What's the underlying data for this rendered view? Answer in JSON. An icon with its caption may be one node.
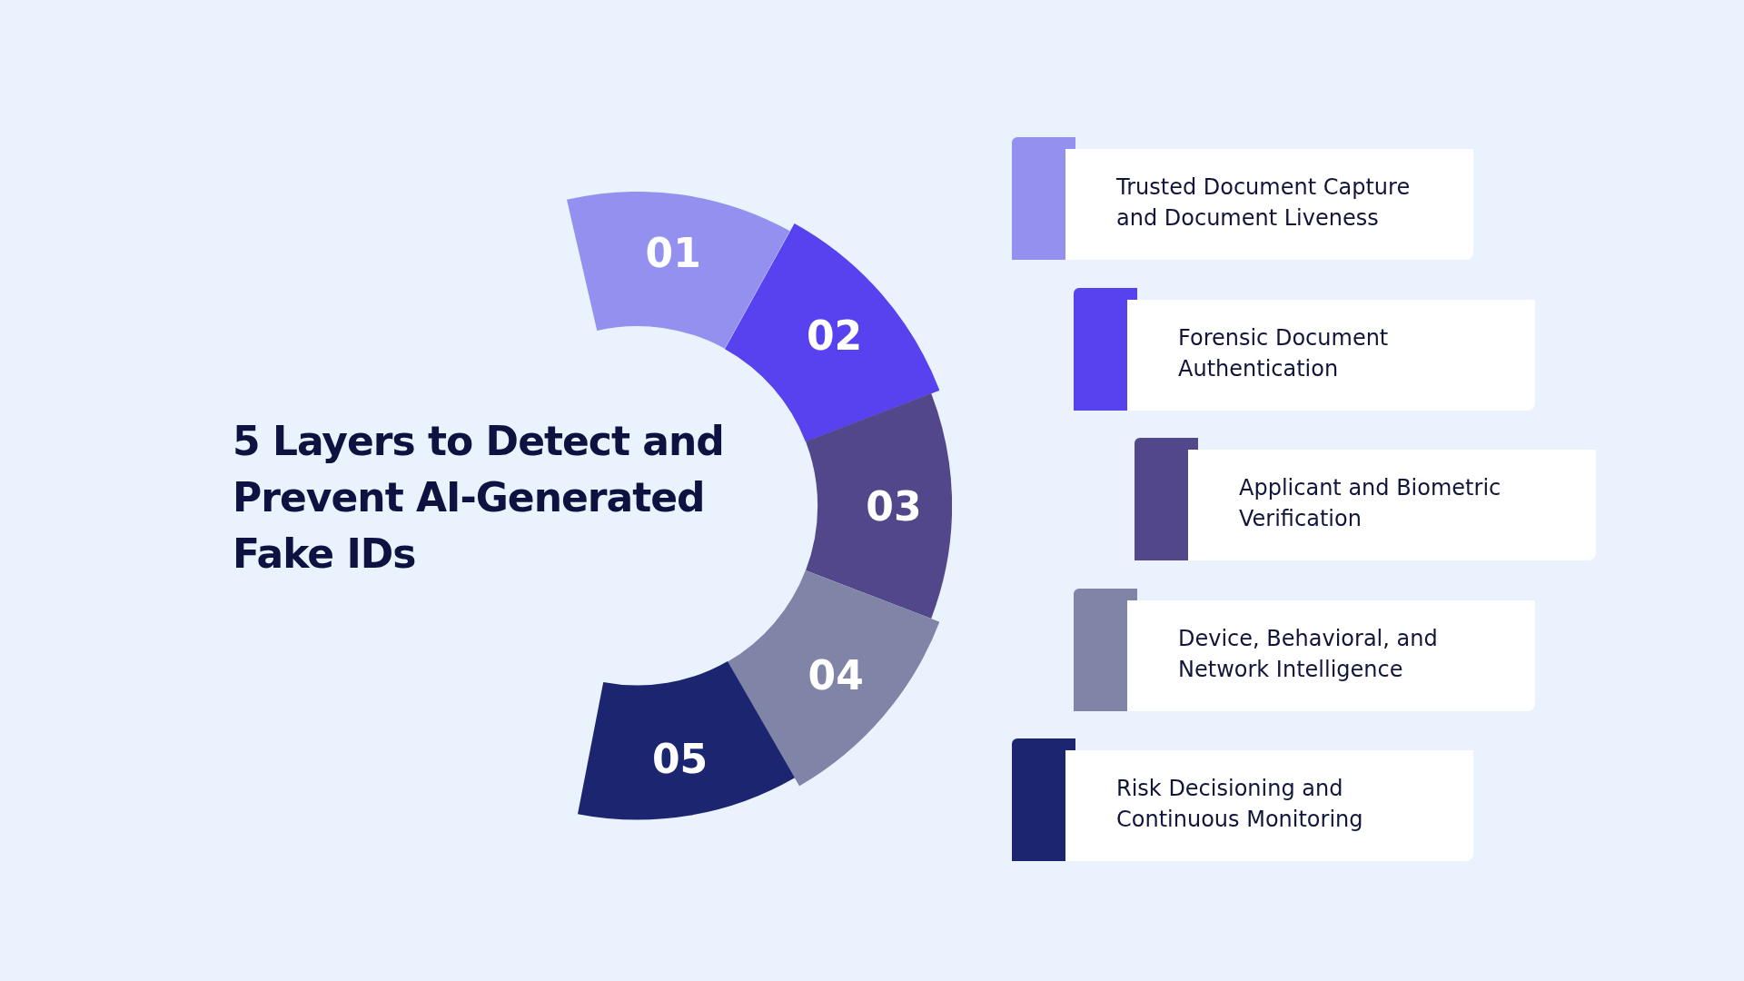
{
  "diagram": {
    "title": "5 Layers to Detect and Prevent AI-Generated Fake IDs",
    "nodes": [
      {
        "text": [
          "01"
        ]
      },
      {
        "text": [
          "02"
        ]
      },
      {
        "text": [
          "03"
        ]
      },
      {
        "text": [
          "04"
        ]
      },
      {
        "text": [
          "05"
        ]
      },
      {
        "text": [
          "Trusted Document Capture and Document Liveness"
        ]
      },
      {
        "text": [
          "Forensic Document Authentication"
        ]
      },
      {
        "text": [
          "Applicant and Biometric Verification"
        ]
      },
      {
        "text": [
          "Device, Behavioral, and Network Intelligence"
        ]
      },
      {
        "text": [
          "Risk Decisioning and Continuous Monitoring"
        ]
      }
    ],
    "edges": []
  }
}
